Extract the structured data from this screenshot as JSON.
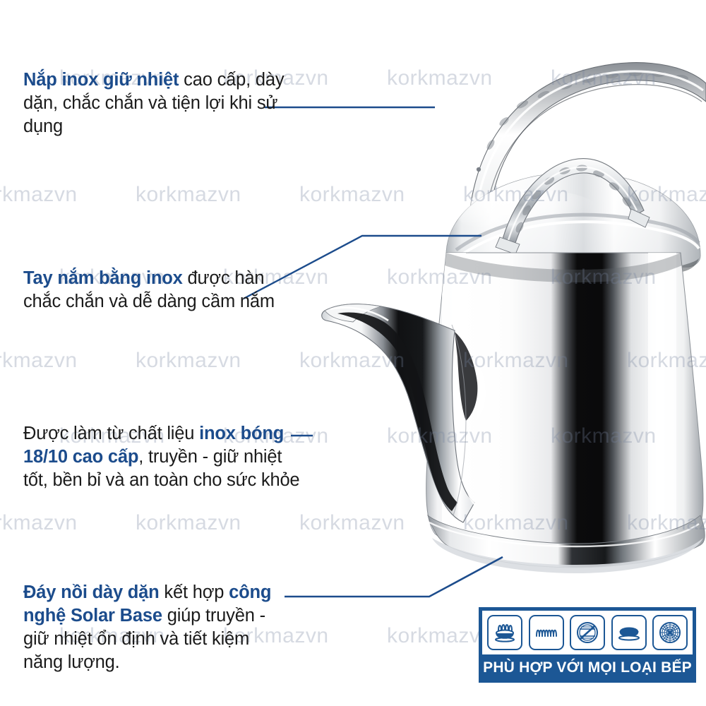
{
  "page": {
    "background_color": "#ffffff",
    "accent_color": "#1c4c8c",
    "badge_color": "#1c5795",
    "body_text_color": "#1b1b1b",
    "leader_line_color": "#1c4c8c"
  },
  "watermark": {
    "text": "korkmazvn",
    "color": "rgba(120,133,158,0.30)"
  },
  "callouts": [
    {
      "id": "lid",
      "name": "callout-lid",
      "bold_lead": "Nắp inox giữ nhiệt",
      "rest": " cao cấp, dày dặn, chắc chắn và tiện lợi khi sử dụng"
    },
    {
      "id": "handle",
      "name": "callout-handle",
      "bold_lead": "Tay nắm bằng inox",
      "rest": " được hàn chắc chắn và dễ dàng cầm nắm"
    },
    {
      "id": "material",
      "name": "callout-material",
      "pre": "Được làm từ chất liệu ",
      "bold_mid": "inox bóng 18/10 cao cấp",
      "rest": ", truyền - giữ nhiệt tốt, bền bỉ và an toàn cho sức khỏe"
    },
    {
      "id": "base",
      "name": "callout-base",
      "bold_lead": "Đáy nồi dày dặn",
      "mid": " kết hợp ",
      "bold_mid": "công nghệ Solar Base",
      "rest": " giúp truyền - giữ nhiệt ổn định và tiết kiệm năng lượng."
    }
  ],
  "badge": {
    "caption": "PHÙ HỢP VỚI MỌI LOẠI BẾP",
    "icons": [
      {
        "name": "gas-burner-icon",
        "label": "Bếp gas"
      },
      {
        "name": "electric-coil-icon",
        "label": "Bếp điện lò xo"
      },
      {
        "name": "halogen-icon",
        "label": "Bếp halogen"
      },
      {
        "name": "hotplate-icon",
        "label": "Bếp hồng ngoại"
      },
      {
        "name": "induction-icon",
        "label": "Bếp từ"
      }
    ]
  },
  "product": {
    "name": "stainless-steel-kettle",
    "description": "Ấm đun nước inox"
  }
}
